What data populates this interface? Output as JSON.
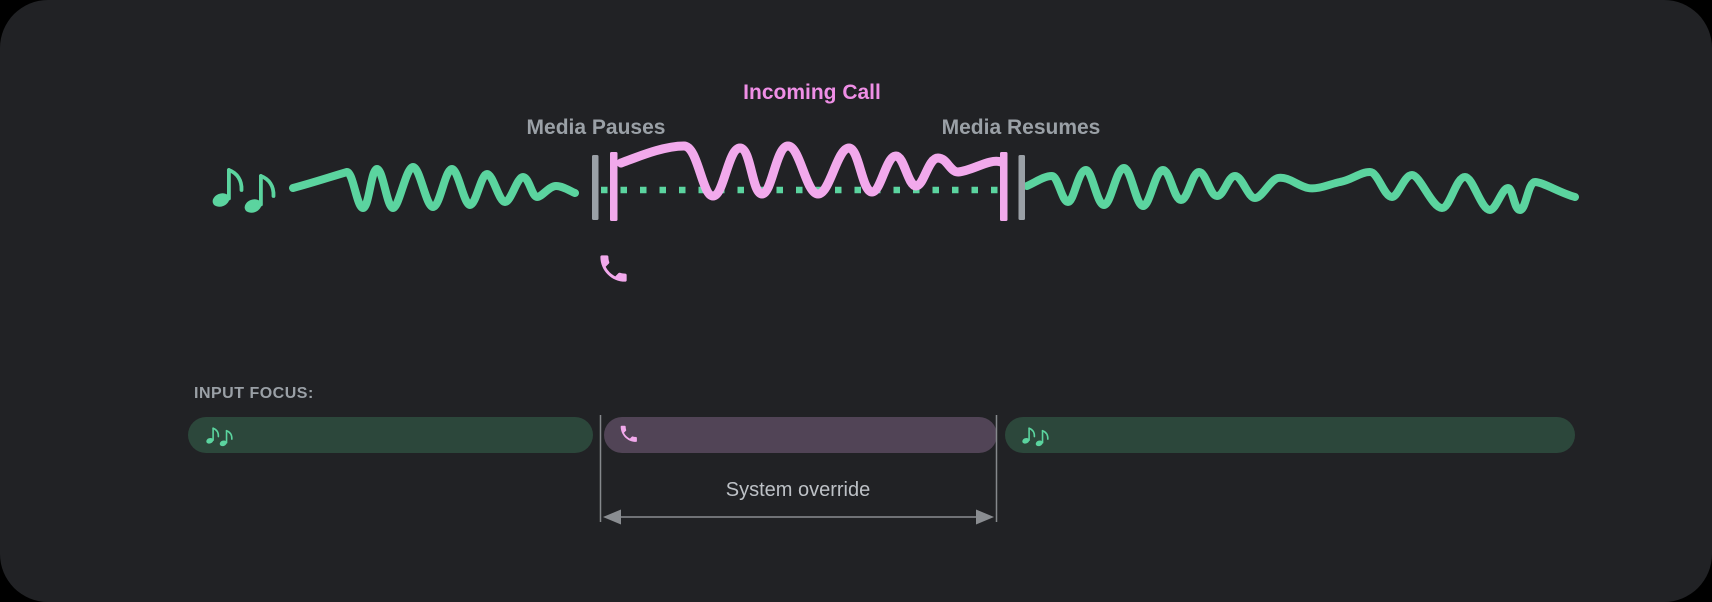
{
  "timeline": {
    "media_pauses_label": "Media Pauses",
    "incoming_call_label": "Incoming Call",
    "media_resumes_label": "Media Resumes",
    "media_icon": "music-notes-icon",
    "call_icon": "phone-icon"
  },
  "input_focus": {
    "label": "INPUT FOCUS:",
    "annotation": "System override",
    "segments": [
      {
        "name": "media-before-call",
        "icon": "music-notes-icon",
        "color": "#2c473b"
      },
      {
        "name": "incoming-call",
        "icon": "phone-icon",
        "color": "#514456"
      },
      {
        "name": "media-after-call",
        "icon": "music-notes-icon",
        "color": "#2c473b"
      }
    ]
  },
  "colors": {
    "background": "#000000",
    "panel": "#212225",
    "media_green": "#5bd49f",
    "call_pink": "#f2a9ec",
    "call_pink_text": "#ef8fe6",
    "muted_gray_text": "#9aa0a6",
    "light_gray_text": "#bdc1c6",
    "marker_gray": "#9aa0a6",
    "guide_gray": "#8a8d91"
  }
}
